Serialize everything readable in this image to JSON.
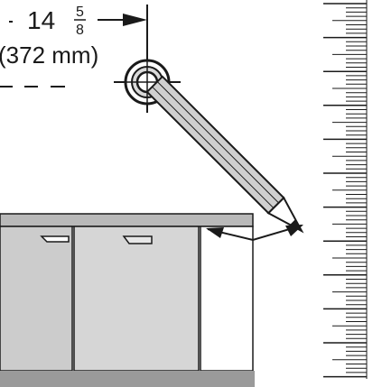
{
  "dimension": {
    "whole": "14",
    "frac_num": "5",
    "frac_den": "8",
    "metric": "(372 mm)"
  },
  "colors": {
    "ink": "#1a1a1a",
    "counter_top": "#b9b9b9",
    "cabinet": "#c8c8c8",
    "dishwasher_front": "#d6d6d6",
    "floor": "#9a9a9a",
    "pencil_body": "#cfcfcf"
  }
}
